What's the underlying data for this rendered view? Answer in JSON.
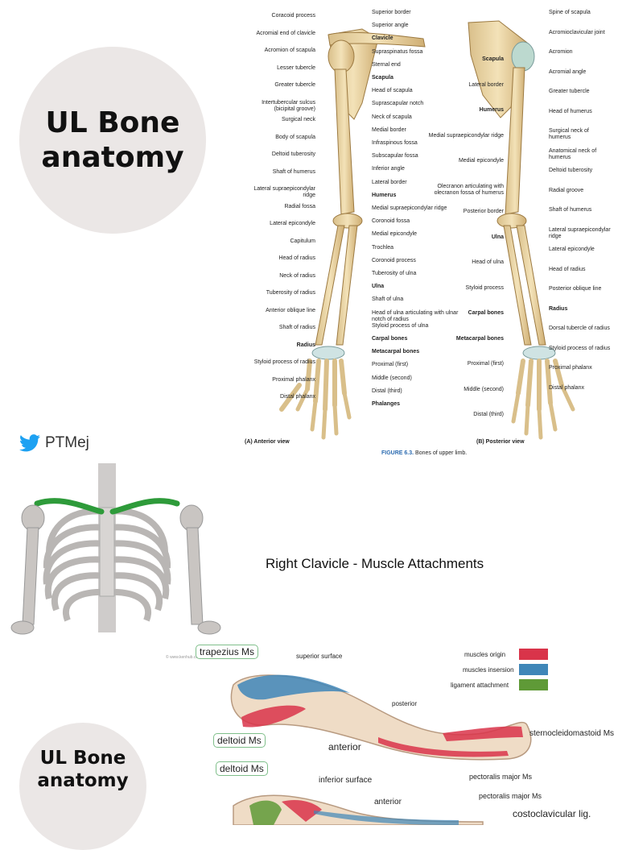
{
  "title_card_top": {
    "line1": "UL Bone",
    "line2": "anatomy"
  },
  "title_card_bottom": {
    "line1": "UL Bone",
    "line2": "anatomy"
  },
  "twitter_handle": "PTMej",
  "bones_figure": {
    "caption_fig": "FIGURE 6.3.",
    "caption_text": "Bones of upper limb.",
    "anterior_view": "(A) Anterior view",
    "posterior_view": "(B) Posterior view",
    "left_labels": [
      "Coracoid process",
      "Acromial end of clavicle",
      "Acromion of scapula",
      "Lesser tubercle",
      "Greater tubercle",
      "Intertubercular sulcus (bicipital groove)",
      "Surgical neck",
      "Body of scapula",
      "Deltoid tuberosity",
      "Shaft of humerus",
      "Lateral supraepicondylar ridge",
      "Radial fossa",
      "Lateral epicondyle",
      "Capitulum",
      "Head of radius",
      "Neck of radius",
      "Tuberosity of radius",
      "Anterior oblique line",
      "Shaft of radius",
      "Radius",
      "Styloid process of radius",
      "Proximal phalanx",
      "Distal phalanx"
    ],
    "middle_labels": [
      "Superior border",
      "Superior angle",
      "Clavicle",
      "Supraspinatus fossa",
      "Sternal end",
      "Scapula",
      "Head of scapula",
      "Suprascapular notch",
      "Neck of scapula",
      "Medial border",
      "Infraspinous fossa",
      "Subscapular fossa",
      "Inferior angle",
      "Lateral border",
      "Humerus",
      "Medial supraepicondylar ridge",
      "Coronoid fossa",
      "Medial epicondyle",
      "Trochlea",
      "Coronoid process",
      "Tuberosity of ulna",
      "Ulna",
      "Shaft of ulna",
      "Head of ulna articulating with ulnar notch of radius",
      "Styloid process of ulna",
      "Carpal bones",
      "Metacarpal bones",
      "Proximal (first)",
      "Middle (second)",
      "Distal (third)",
      "Phalanges"
    ],
    "right_labels": [
      "Spine of scapula",
      "Acromioclavicular joint",
      "Acromion",
      "Acromial angle",
      "Greater tubercle",
      "Head of humerus",
      "Surgical neck of humerus",
      "Anatomical neck of humerus",
      "Deltoid tuberosity",
      "Radial groove",
      "Shaft of humerus",
      "Lateral supraepicondylar ridge",
      "Lateral epicondyle",
      "Head of radius",
      "Posterior oblique line",
      "Radius",
      "Dorsal tubercle of radius",
      "Styloid process of radius",
      "Proximal phalanx",
      "Distal phalanx"
    ],
    "posterior_middle_labels": [
      "Scapula",
      "Lateral border",
      "Humerus",
      "Medial supraepicondylar ridge",
      "Medial epicondyle",
      "Olecranon articulating with olecranon fossa of humerus",
      "Posterior border",
      "Ulna",
      "Head of ulna",
      "Styloid process",
      "Carpal bones",
      "Metacarpal bones",
      "Proximal (first)",
      "Middle (second)",
      "Distal (third)"
    ]
  },
  "clavicle": {
    "title": "Right Clavicle - Muscle Attachments",
    "legend": [
      {
        "label": "muscles origin",
        "color": "#d9344a"
      },
      {
        "label": "muscles insersion",
        "color": "#3f86b8"
      },
      {
        "label": "ligament attachment",
        "color": "#5f9a37"
      }
    ],
    "callouts": {
      "trapezius": "trapezius Ms",
      "deltoid1": "deltoid Ms",
      "deltoid2": "deltoid Ms"
    },
    "annotations": {
      "superior_surface": "superior surface",
      "posterior": "posterior",
      "anterior1": "anterior",
      "scm": "sternocleidomastoid Ms",
      "pec1": "pectoralis major Ms",
      "inferior_surface": "inferior surface",
      "anterior2": "anterior",
      "pec2": "pectoralis major Ms",
      "costoclavicular": "costoclavicular lig."
    },
    "watermark": "© www.kenhub.com"
  }
}
